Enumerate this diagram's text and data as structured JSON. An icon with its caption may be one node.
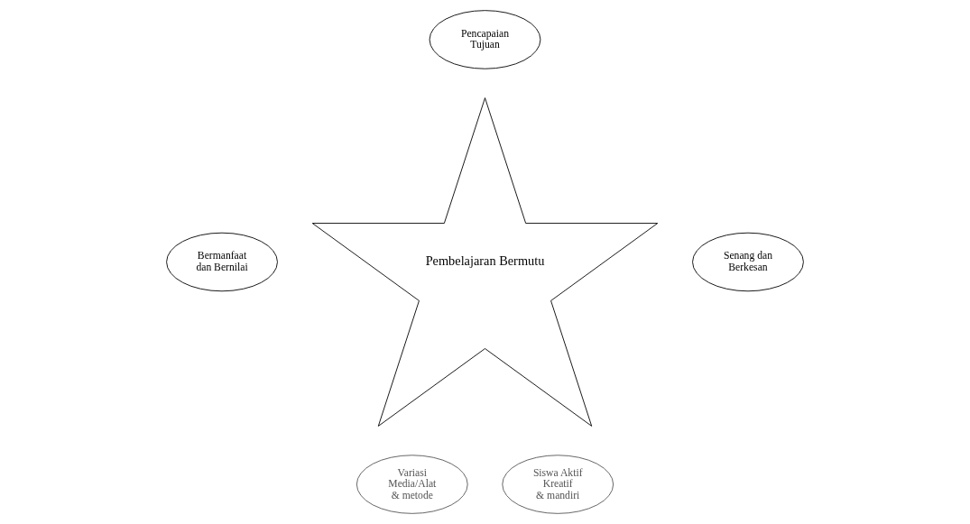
{
  "diagram": {
    "nodes": [
      {
        "text": [
          "Pencapaian Tujuan"
        ]
      },
      {
        "text": [
          "Bermanfaat dan Bernilai"
        ]
      },
      {
        "text": [
          "Pembelajaran Bermutu"
        ]
      },
      {
        "text": [
          "Senang dan Berkesan"
        ]
      },
      {
        "text": [
          "Variasi Media/Alat & metode"
        ]
      },
      {
        "text": [
          "Siswa Aktif Kreatif & mandiri"
        ]
      }
    ]
  }
}
